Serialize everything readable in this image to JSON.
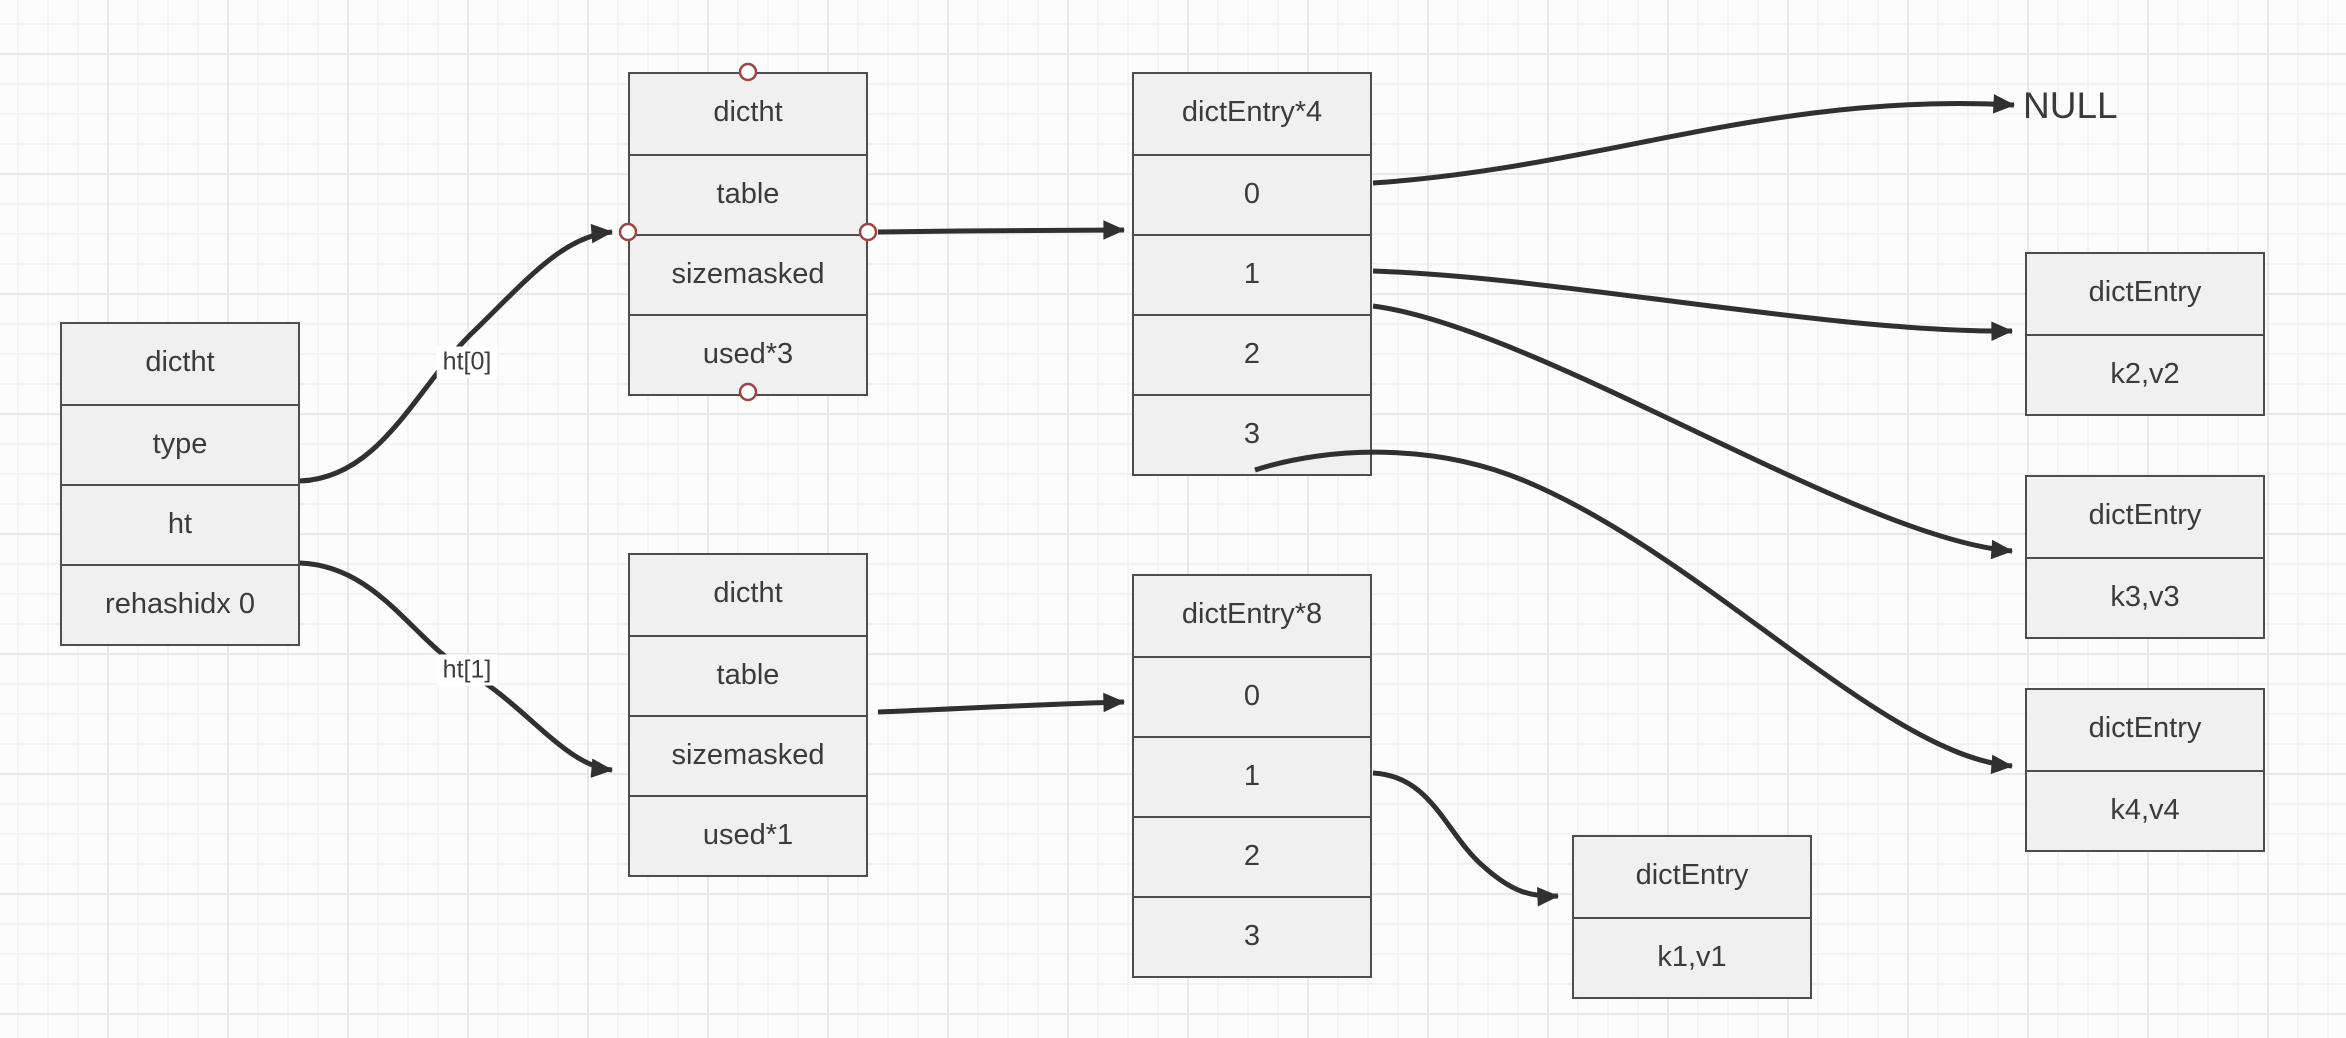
{
  "canvas": {
    "kind": "diagram-editor-canvas"
  },
  "colors": {
    "canvas_bg": "#fcfcfc",
    "grid_minor": "#f3f3f3",
    "grid_major": "#e8e8e8",
    "node_fill": "#f0f0f0",
    "node_border": "#4d4d4d",
    "edge": "#303030",
    "text": "#3b3b3b",
    "handle_ring": "#9d4343",
    "label_bg": "#ffffff"
  },
  "nodes": {
    "dict": {
      "cells": [
        "dictht",
        "type",
        "ht",
        "rehashidx 0"
      ]
    },
    "ht0": {
      "cells": [
        "dictht",
        "table",
        "sizemasked",
        "used*3"
      ],
      "selected": true
    },
    "ht1": {
      "cells": [
        "dictht",
        "table",
        "sizemasked",
        "used*1"
      ]
    },
    "table4": {
      "cells": [
        "dictEntry*4",
        "0",
        "1",
        "2",
        "3"
      ]
    },
    "table8": {
      "cells": [
        "dictEntry*8",
        "0",
        "1",
        "2",
        "3"
      ]
    },
    "entry2": {
      "cells": [
        "dictEntry",
        "k2,v2"
      ]
    },
    "entry3": {
      "cells": [
        "dictEntry",
        "k3,v3"
      ]
    },
    "entry4": {
      "cells": [
        "dictEntry",
        "k4,v4"
      ]
    },
    "entry1": {
      "cells": [
        "dictEntry",
        "k1,v1"
      ]
    }
  },
  "edge_labels": {
    "ht0": "ht[0]",
    "ht1": "ht[1]"
  },
  "null_label": "NULL"
}
